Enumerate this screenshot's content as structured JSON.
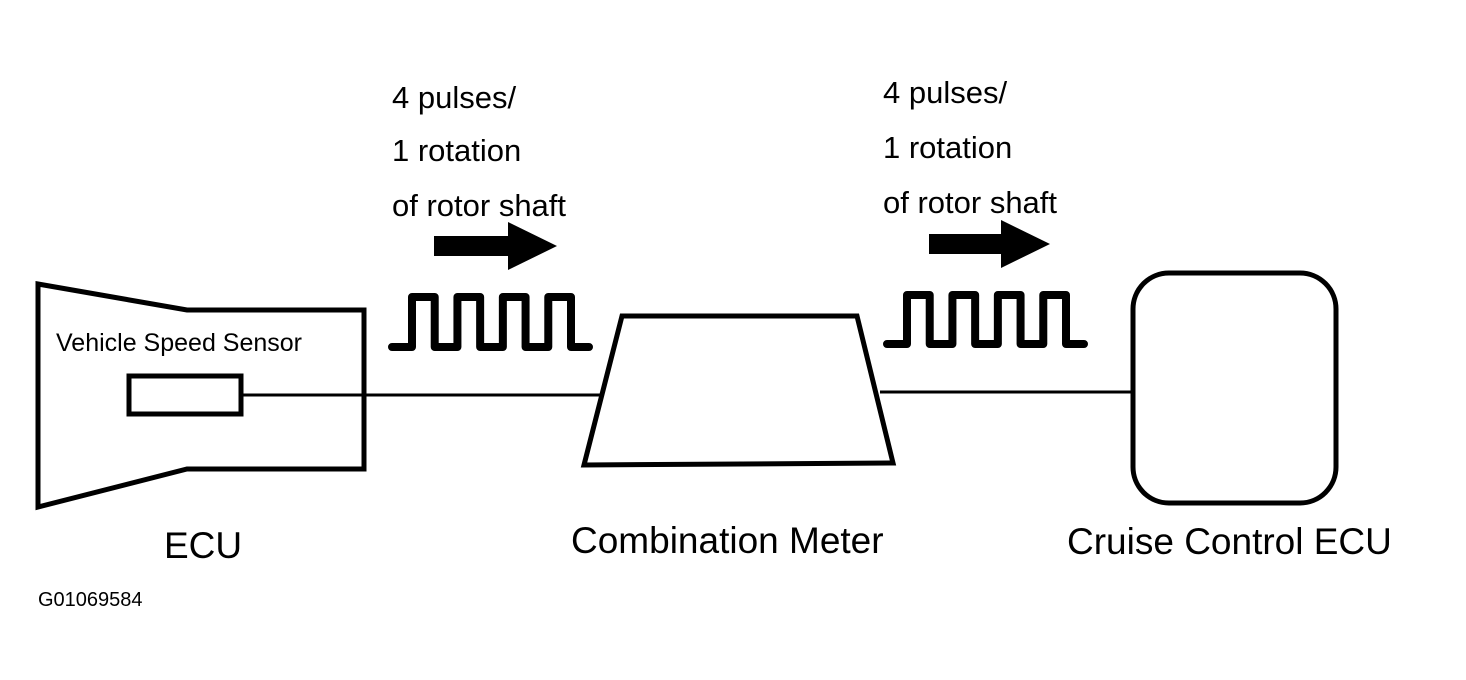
{
  "colors": {
    "ink": "#000000",
    "background": "#ffffff"
  },
  "pulse_note_left": {
    "line1": "4 pulses/",
    "line2": "1 rotation",
    "line3": "of rotor shaft"
  },
  "pulse_note_right": {
    "line1": "4 pulses/",
    "line2": "1 rotation",
    "line3": "of rotor shaft"
  },
  "pulses_per_rotation": 4,
  "labels": {
    "sensor": "Vehicle Speed Sensor",
    "ecu": "ECU",
    "meter": "Combination Meter",
    "cruise": "Cruise Control ECU",
    "figure_code": "G01069584"
  }
}
